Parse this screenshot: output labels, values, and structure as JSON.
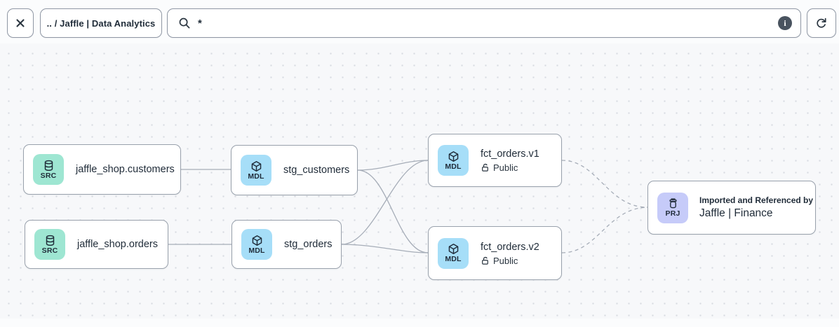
{
  "toolbar": {
    "close": {
      "icon": "close-x"
    },
    "breadcrumb": {
      "label": ".. / Jaffle | Data Analytics"
    },
    "search": {
      "value": "*",
      "icon": "magnifier"
    },
    "info": {
      "glyph": "i"
    },
    "refresh": {
      "icon": "rotate-clockwise"
    }
  },
  "graph": {
    "nodes": [
      {
        "type": "source",
        "badge": "SRC",
        "label": "jaffle_shop.customers"
      },
      {
        "type": "source",
        "badge": "SRC",
        "label": "jaffle_shop.orders"
      },
      {
        "type": "model",
        "badge": "MDL",
        "label": "stg_customers"
      },
      {
        "type": "model",
        "badge": "MDL",
        "label": "stg_orders"
      },
      {
        "type": "model",
        "badge": "MDL",
        "label": "fct_orders.v1",
        "access": "Public"
      },
      {
        "type": "model",
        "badge": "MDL",
        "label": "fct_orders.v2",
        "access": "Public"
      },
      {
        "type": "project",
        "badge": "PRJ",
        "title": "Imported and Referenced by",
        "label": "Jaffle | Finance"
      }
    ],
    "edges": [
      {
        "from": "jaffle_shop.customers",
        "to": "stg_customers",
        "style": "solid"
      },
      {
        "from": "jaffle_shop.orders",
        "to": "stg_orders",
        "style": "solid"
      },
      {
        "from": "stg_customers",
        "to": "fct_orders.v1",
        "style": "solid"
      },
      {
        "from": "stg_customers",
        "to": "fct_orders.v2",
        "style": "solid"
      },
      {
        "from": "stg_orders",
        "to": "fct_orders.v1",
        "style": "solid"
      },
      {
        "from": "stg_orders",
        "to": "fct_orders.v2",
        "style": "solid"
      },
      {
        "from": "fct_orders.v1",
        "to": "Jaffle | Finance",
        "style": "dashed"
      },
      {
        "from": "fct_orders.v2",
        "to": "Jaffle | Finance",
        "style": "dashed"
      }
    ]
  },
  "colors": {
    "source_badge": "#9ee6d2",
    "model_badge": "#a6def8",
    "project_badge": "#c6cbf9",
    "canvas_bg": "#f7f8fa",
    "canvas_dot": "#d8dbe1",
    "edge": "#a6adb8",
    "text": "#1f2b38",
    "border": "#99a1ac"
  }
}
